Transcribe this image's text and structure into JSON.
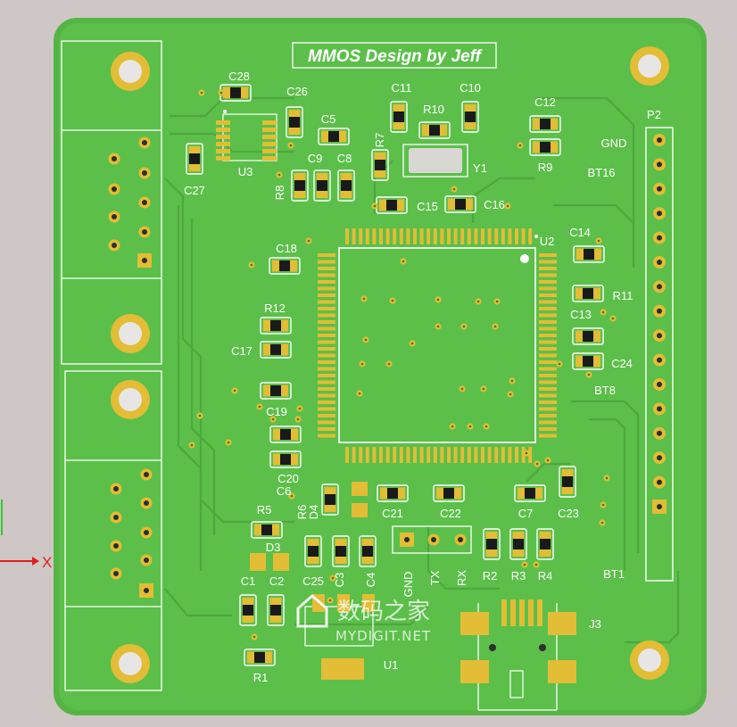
{
  "board": {
    "title": "MMOS Design by Jeff",
    "designators": [
      {
        "id": "c28",
        "text": "C28"
      },
      {
        "id": "c26",
        "text": "C26"
      },
      {
        "id": "c5",
        "text": "C5"
      },
      {
        "id": "c11",
        "text": "C11"
      },
      {
        "id": "r10",
        "text": "R10"
      },
      {
        "id": "c10",
        "text": "C10"
      },
      {
        "id": "c12",
        "text": "C12"
      },
      {
        "id": "r9",
        "text": "R9"
      },
      {
        "id": "c27",
        "text": "C27"
      },
      {
        "id": "u3",
        "text": "U3"
      },
      {
        "id": "r8",
        "text": "R8"
      },
      {
        "id": "c9",
        "text": "C9"
      },
      {
        "id": "c8",
        "text": "C8"
      },
      {
        "id": "r7",
        "text": "R7"
      },
      {
        "id": "y1",
        "text": "Y1"
      },
      {
        "id": "c15",
        "text": "C15"
      },
      {
        "id": "c16",
        "text": "C16"
      },
      {
        "id": "u2",
        "text": "U2"
      },
      {
        "id": "c14",
        "text": "C14"
      },
      {
        "id": "c18",
        "text": "C18"
      },
      {
        "id": "r11",
        "text": "R11"
      },
      {
        "id": "r12",
        "text": "R12"
      },
      {
        "id": "c13",
        "text": "C13"
      },
      {
        "id": "c17",
        "text": "C17"
      },
      {
        "id": "c24",
        "text": "C24"
      },
      {
        "id": "c19",
        "text": "C19"
      },
      {
        "id": "c20",
        "text": "C20"
      },
      {
        "id": "c6",
        "text": "C6"
      },
      {
        "id": "d4",
        "text": "D4"
      },
      {
        "id": "r6",
        "text": "R6"
      },
      {
        "id": "c21",
        "text": "C21"
      },
      {
        "id": "c22",
        "text": "C22"
      },
      {
        "id": "c7",
        "text": "C7"
      },
      {
        "id": "c23",
        "text": "C23"
      },
      {
        "id": "r5",
        "text": "R5"
      },
      {
        "id": "d3",
        "text": "D3"
      },
      {
        "id": "c25",
        "text": "C25"
      },
      {
        "id": "c3",
        "text": "C3"
      },
      {
        "id": "c4",
        "text": "C4"
      },
      {
        "id": "r2",
        "text": "R2"
      },
      {
        "id": "r3",
        "text": "R3"
      },
      {
        "id": "r4",
        "text": "R4"
      },
      {
        "id": "c1",
        "text": "C1"
      },
      {
        "id": "c2",
        "text": "C2"
      },
      {
        "id": "u1",
        "text": "U1"
      },
      {
        "id": "r1",
        "text": "R1"
      },
      {
        "id": "j3",
        "text": "J3"
      },
      {
        "id": "p2",
        "text": "P2"
      }
    ],
    "pin_labels": {
      "gnd_right": "GND",
      "bt16": "BT16",
      "bt8": "BT8",
      "bt1": "BT1",
      "gnd_uart": "GND",
      "tx": "TX",
      "rx": "RX"
    }
  },
  "watermark": {
    "cn": "数码之家",
    "en": "MYDIGIT.NET"
  },
  "axis": {
    "x_label": "X"
  },
  "colors": {
    "board": "#5cbf4a",
    "mask_shade": "#4fb23f",
    "silk": "#ffffff",
    "pad": "#e2bd35",
    "bg": "#cfc7c5"
  }
}
